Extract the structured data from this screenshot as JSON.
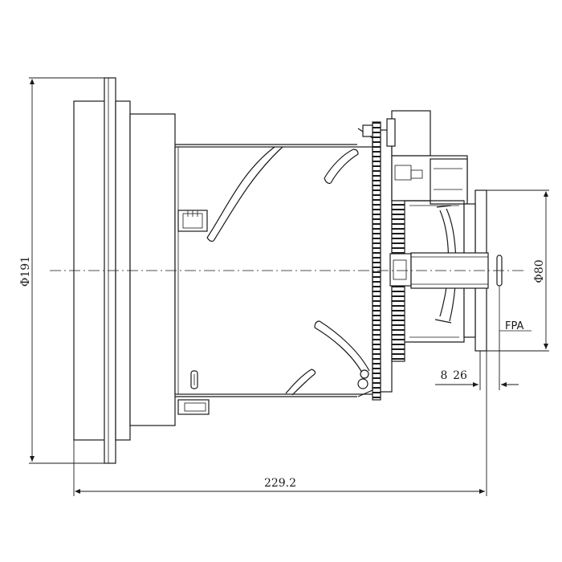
{
  "dimensions": {
    "overall_diameter": "Φ191",
    "rear_diameter": "Φ80",
    "overall_length": "229.2",
    "flange_offset_a": "8",
    "flange_offset_b": "26",
    "focal_plane_label": "FPA"
  }
}
